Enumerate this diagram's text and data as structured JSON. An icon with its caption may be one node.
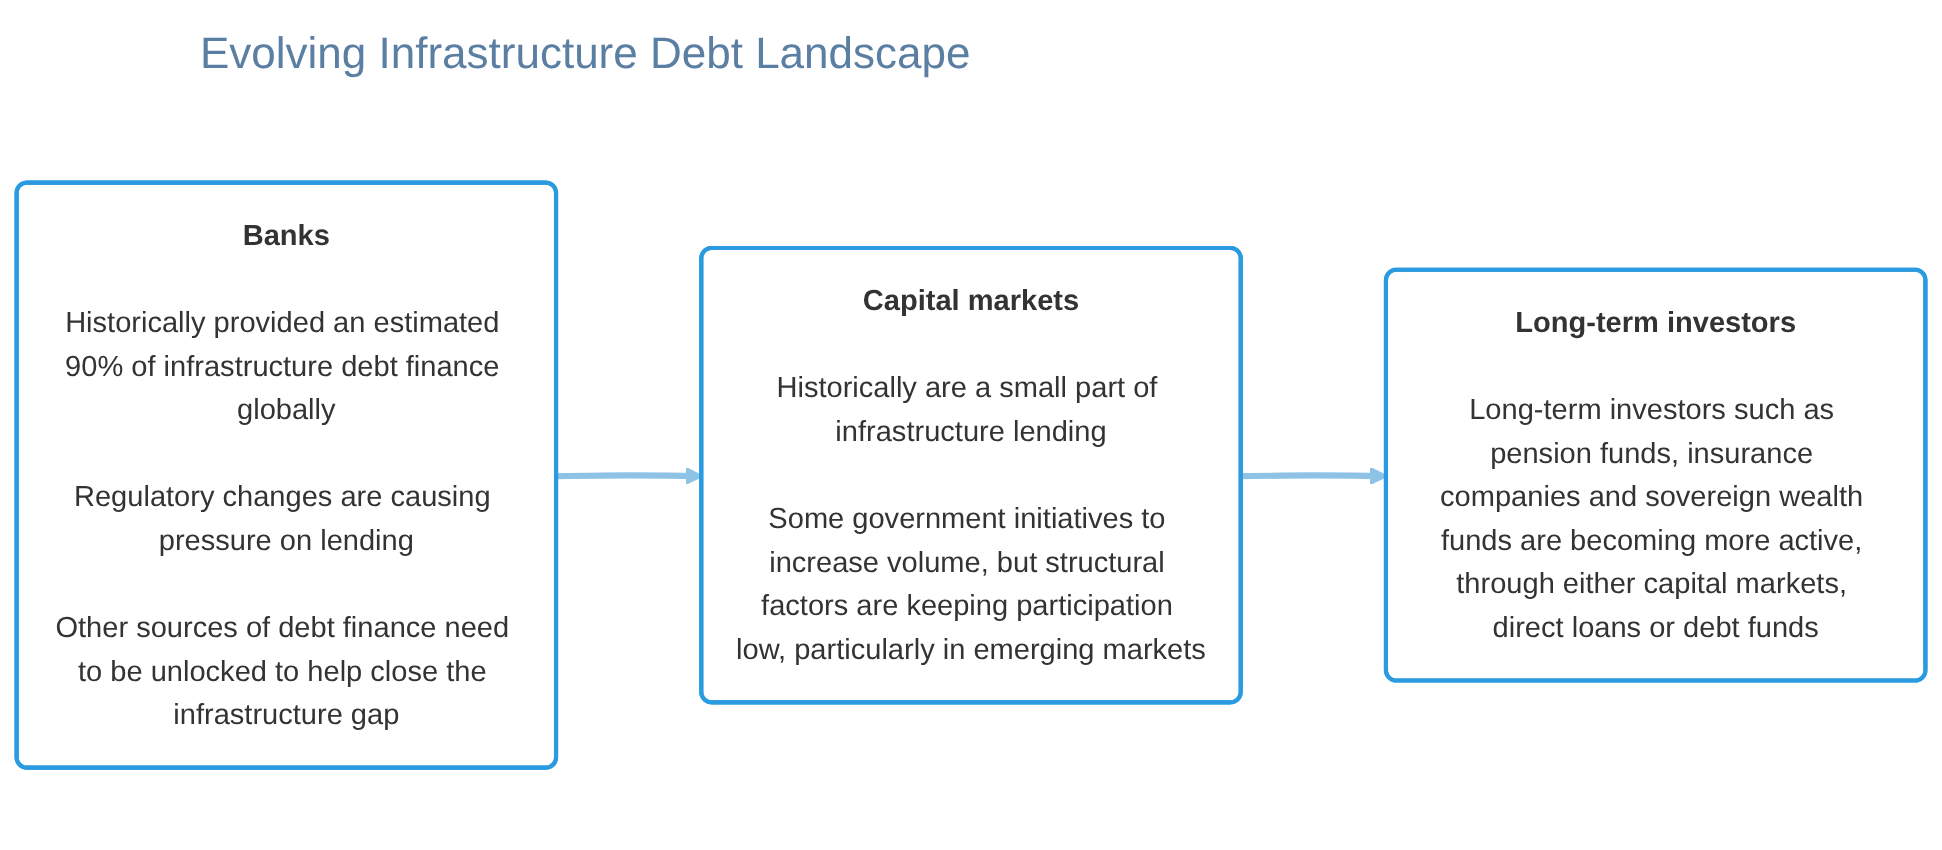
{
  "diagram": {
    "title": "Evolving Infrastructure Debt Landscape",
    "nodes": [
      {
        "text": [
          "Banks",
          "Historically provided an estimated 90% of infrastructure debt finance globally",
          "Regulatory changes are causing pressure on lending",
          "Other sources of debt finance need to be unlocked to help close the infrastructure gap"
        ]
      },
      {
        "text": [
          "Capital markets",
          "Historically are a small part of infrastructure lending",
          "Some government initiatives to increase volume, but structural factors are keeping participation low, particularly in emerging markets"
        ]
      },
      {
        "text": [
          "Long-term investors",
          "Long-term investors such as pension funds, insurance companies and sovereign wealth funds are becoming more active, through either capital markets, direct loans or debt funds"
        ]
      }
    ],
    "edges": [
      {
        "from": 0,
        "to": 1,
        "arrow": "to"
      },
      {
        "from": 1,
        "to": 2,
        "arrow": "to"
      }
    ]
  }
}
